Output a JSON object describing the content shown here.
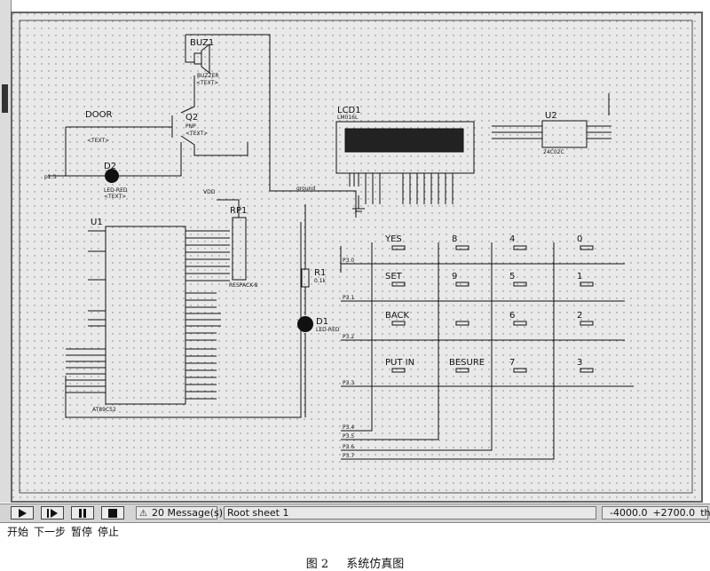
{
  "toolbar": {
    "play_icon": "play-icon",
    "step_icon": "step-icon",
    "pause_icon": "pause-icon",
    "stop_icon": "stop-icon",
    "messages": "20 Message(s)",
    "sheet": "Root sheet 1",
    "coord_x": "-4000.0",
    "coord_y": "+2700.0",
    "unit": "th"
  },
  "controls_caption": [
    "开始",
    "下一步",
    "暂停",
    "停止"
  ],
  "figure_caption": {
    "number": "图 2",
    "title": "系统仿真图"
  },
  "schematic": {
    "door": "DOOR",
    "text_tag": "<TEXT>",
    "q2": "Q2",
    "q2_type": "PNP",
    "buzzer": "BUZ1",
    "buzzer_type": "BUZZER",
    "lcd": "LCD1",
    "lcd_type": "LM016L",
    "u2": "U2",
    "u2_type": "24C02C",
    "d2": "D2",
    "d2_type": "LED-RED",
    "d1": "D1",
    "d1_type": "LED-RED",
    "r1": "R1",
    "r1_value": "0.1k",
    "rp1": "RP1",
    "rp1_type": "RESPACK-8",
    "u1": "U1",
    "u1_type": "AT89C52",
    "net_p13": "p1.3",
    "net_ground": "ground",
    "vdd": "VDD",
    "keys": {
      "yes": "YES",
      "set": "SET",
      "back": "BACK",
      "put_in": "PUT IN",
      "besure": "BESURE",
      "k8": "8",
      "k4": "4",
      "k0": "0",
      "k9": "9",
      "k5": "5",
      "k1": "1",
      "k6": "6",
      "k2": "2",
      "k7": "7",
      "k3": "3"
    },
    "port_rows": [
      "P3.0",
      "P3.1",
      "P3.2",
      "P3.3"
    ],
    "port_cols": [
      "P3.4",
      "P3.5",
      "P3.6",
      "P3.7"
    ]
  }
}
